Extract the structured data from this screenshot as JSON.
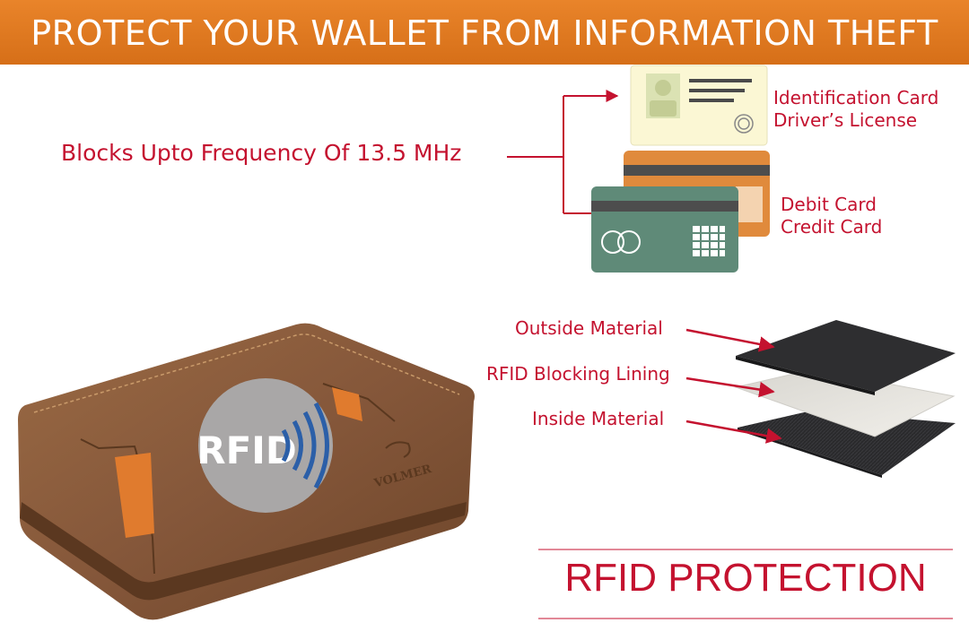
{
  "header": {
    "title": "PROTECT YOUR WALLET FROM INFORMATION THEFT"
  },
  "frequency": {
    "label": "Blocks Upto Frequency Of 13.5 MHz"
  },
  "cards": {
    "id_line1": "Identification Card",
    "id_line2": "Driver’s License",
    "bank_line1": "Debit Card",
    "bank_line2": "Credit Card"
  },
  "layers": {
    "outside": "Outside Material",
    "lining": "RFID Blocking Lining",
    "inside": "Inside Material"
  },
  "wallet": {
    "badge": "RFID",
    "brand": "VOLMER"
  },
  "footer": {
    "title": "RFID PROTECTION"
  },
  "colors": {
    "banner": "#e17a22",
    "accent_red": "#c4122f",
    "leather": "#8a5a38",
    "id_card": "#fbf7d4",
    "green_card": "#5f8a78",
    "orange_card": "#e08a3c"
  }
}
